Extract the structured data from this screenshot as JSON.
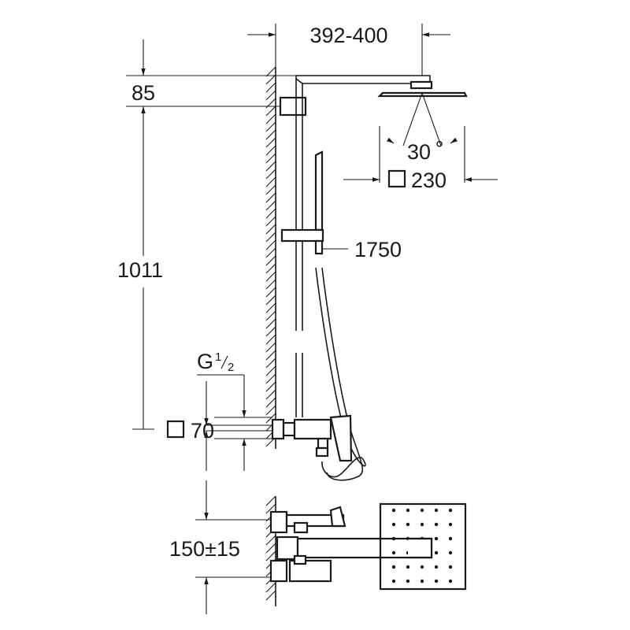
{
  "dimensions": {
    "arm_projection": "392-400",
    "top_offset": "85",
    "overall_height": "1011",
    "spray_angle": "30",
    "spray_angle_unit": "°",
    "head_size": "230",
    "hand_shower_rail": "1750",
    "connection_thread": "G",
    "thread_numerator": "1",
    "thread_denominator": "2",
    "mixer_size": "70",
    "centre_distance": "150±15"
  }
}
